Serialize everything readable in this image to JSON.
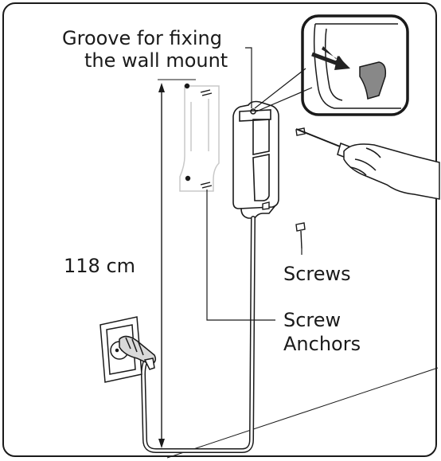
{
  "labels": {
    "groove_line1": "Groove for fixing",
    "groove_line2": "the wall mount",
    "height": "118 cm",
    "screws": "Screws",
    "anchors_line1": "Screw",
    "anchors_line2": "Anchors"
  },
  "colors": {
    "stroke": "#1a1a1a",
    "ghost": "#c8c8c8",
    "arrow": "#222222"
  }
}
